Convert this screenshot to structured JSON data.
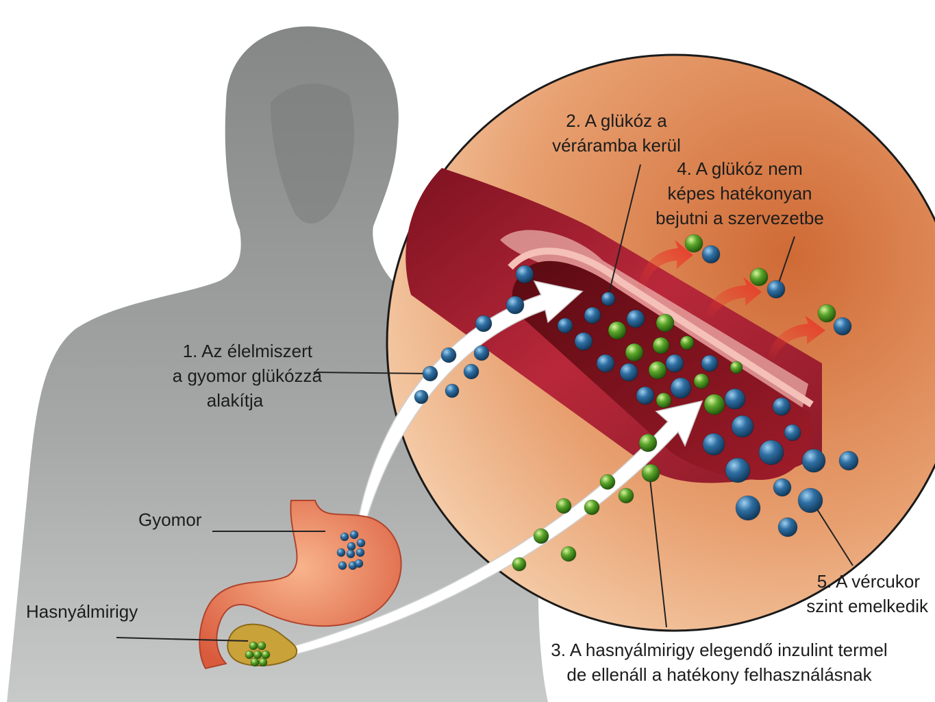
{
  "labels": {
    "step1": {
      "lines": [
        "1. Az élelmiszert",
        "a gyomor glükózzá",
        "alakítja"
      ]
    },
    "step2": {
      "lines": [
        "2. A glükóz a",
        "véráramba kerül"
      ]
    },
    "step3": {
      "lines": [
        "3. A hasnyálmirigy elegendő inzulint termel",
        "de ellenáll a hatékony felhasználásnak"
      ]
    },
    "step4": {
      "lines": [
        "4. A glükóz nem",
        "képes hatékonyan",
        "bejutni a szervezetbe"
      ]
    },
    "step5": {
      "lines": [
        "5. A vércukor",
        "szint emelkedik"
      ]
    },
    "stomach": "Gyomor",
    "pancreas": "Hasnyálmirigy"
  },
  "colors": {
    "body_silhouette": "#8e9090",
    "magnifier_fill": "#e08a55",
    "vessel": "#b8283a",
    "glucose": "#2f6fa3",
    "insulin": "#5aa52a",
    "arrow": "#ffffff",
    "exit_arrow": "#e83a2a"
  },
  "icons": {
    "glucose_molecule": "blue-sphere",
    "insulin_molecule": "green-sphere"
  }
}
